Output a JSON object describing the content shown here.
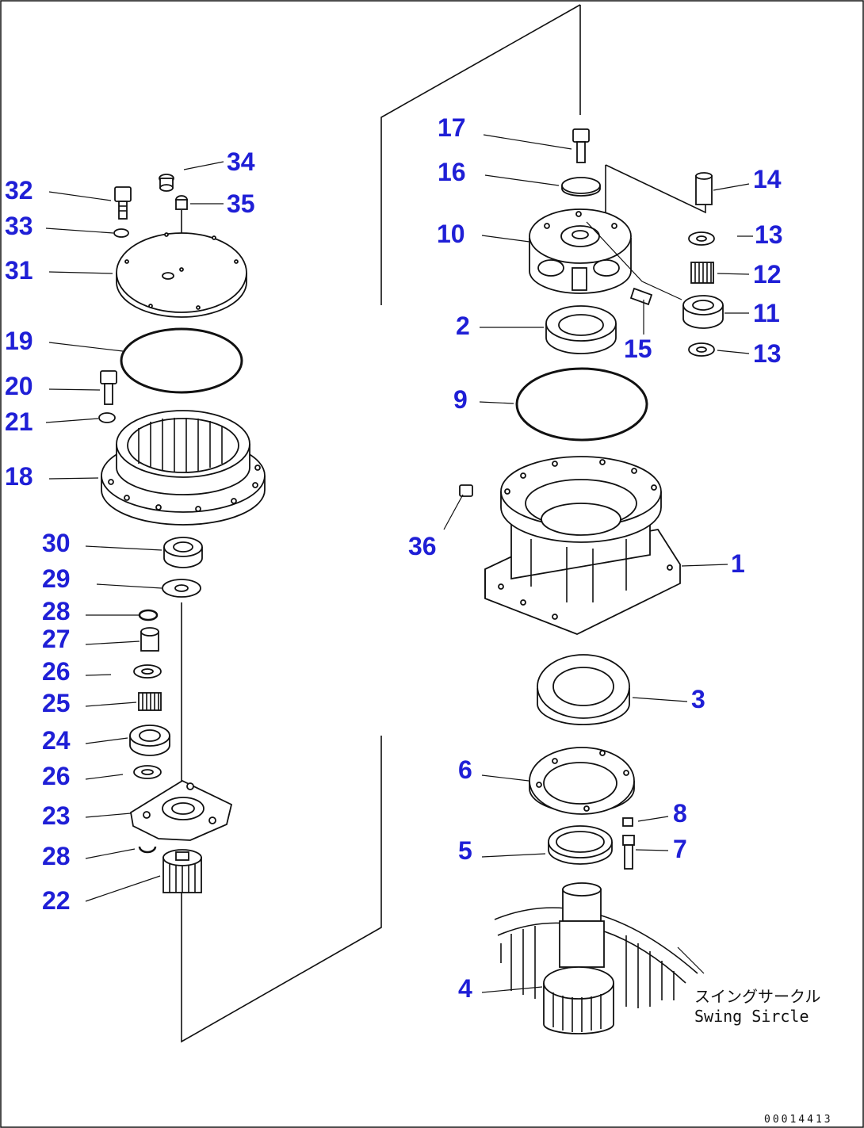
{
  "labels": {
    "l1": "1",
    "l2": "2",
    "l3": "3",
    "l4": "4",
    "l5": "5",
    "l6": "6",
    "l7": "7",
    "l8": "8",
    "l9": "9",
    "l10": "10",
    "l11": "11",
    "l12": "12",
    "l13a": "13",
    "l13b": "13",
    "l14": "14",
    "l15": "15",
    "l16": "16",
    "l17": "17",
    "l18": "18",
    "l19": "19",
    "l20": "20",
    "l21": "21",
    "l22": "22",
    "l23": "23",
    "l24": "24",
    "l25": "25",
    "l26a": "26",
    "l26b": "26",
    "l27": "27",
    "l28a": "28",
    "l28b": "28",
    "l29": "29",
    "l30": "30",
    "l31": "31",
    "l32": "32",
    "l33": "33",
    "l34": "34",
    "l35": "35",
    "l36": "36"
  },
  "swing_circle_note": {
    "jp": "スイングサークル",
    "en": "Swing Sircle"
  },
  "doc_number": "00014413"
}
